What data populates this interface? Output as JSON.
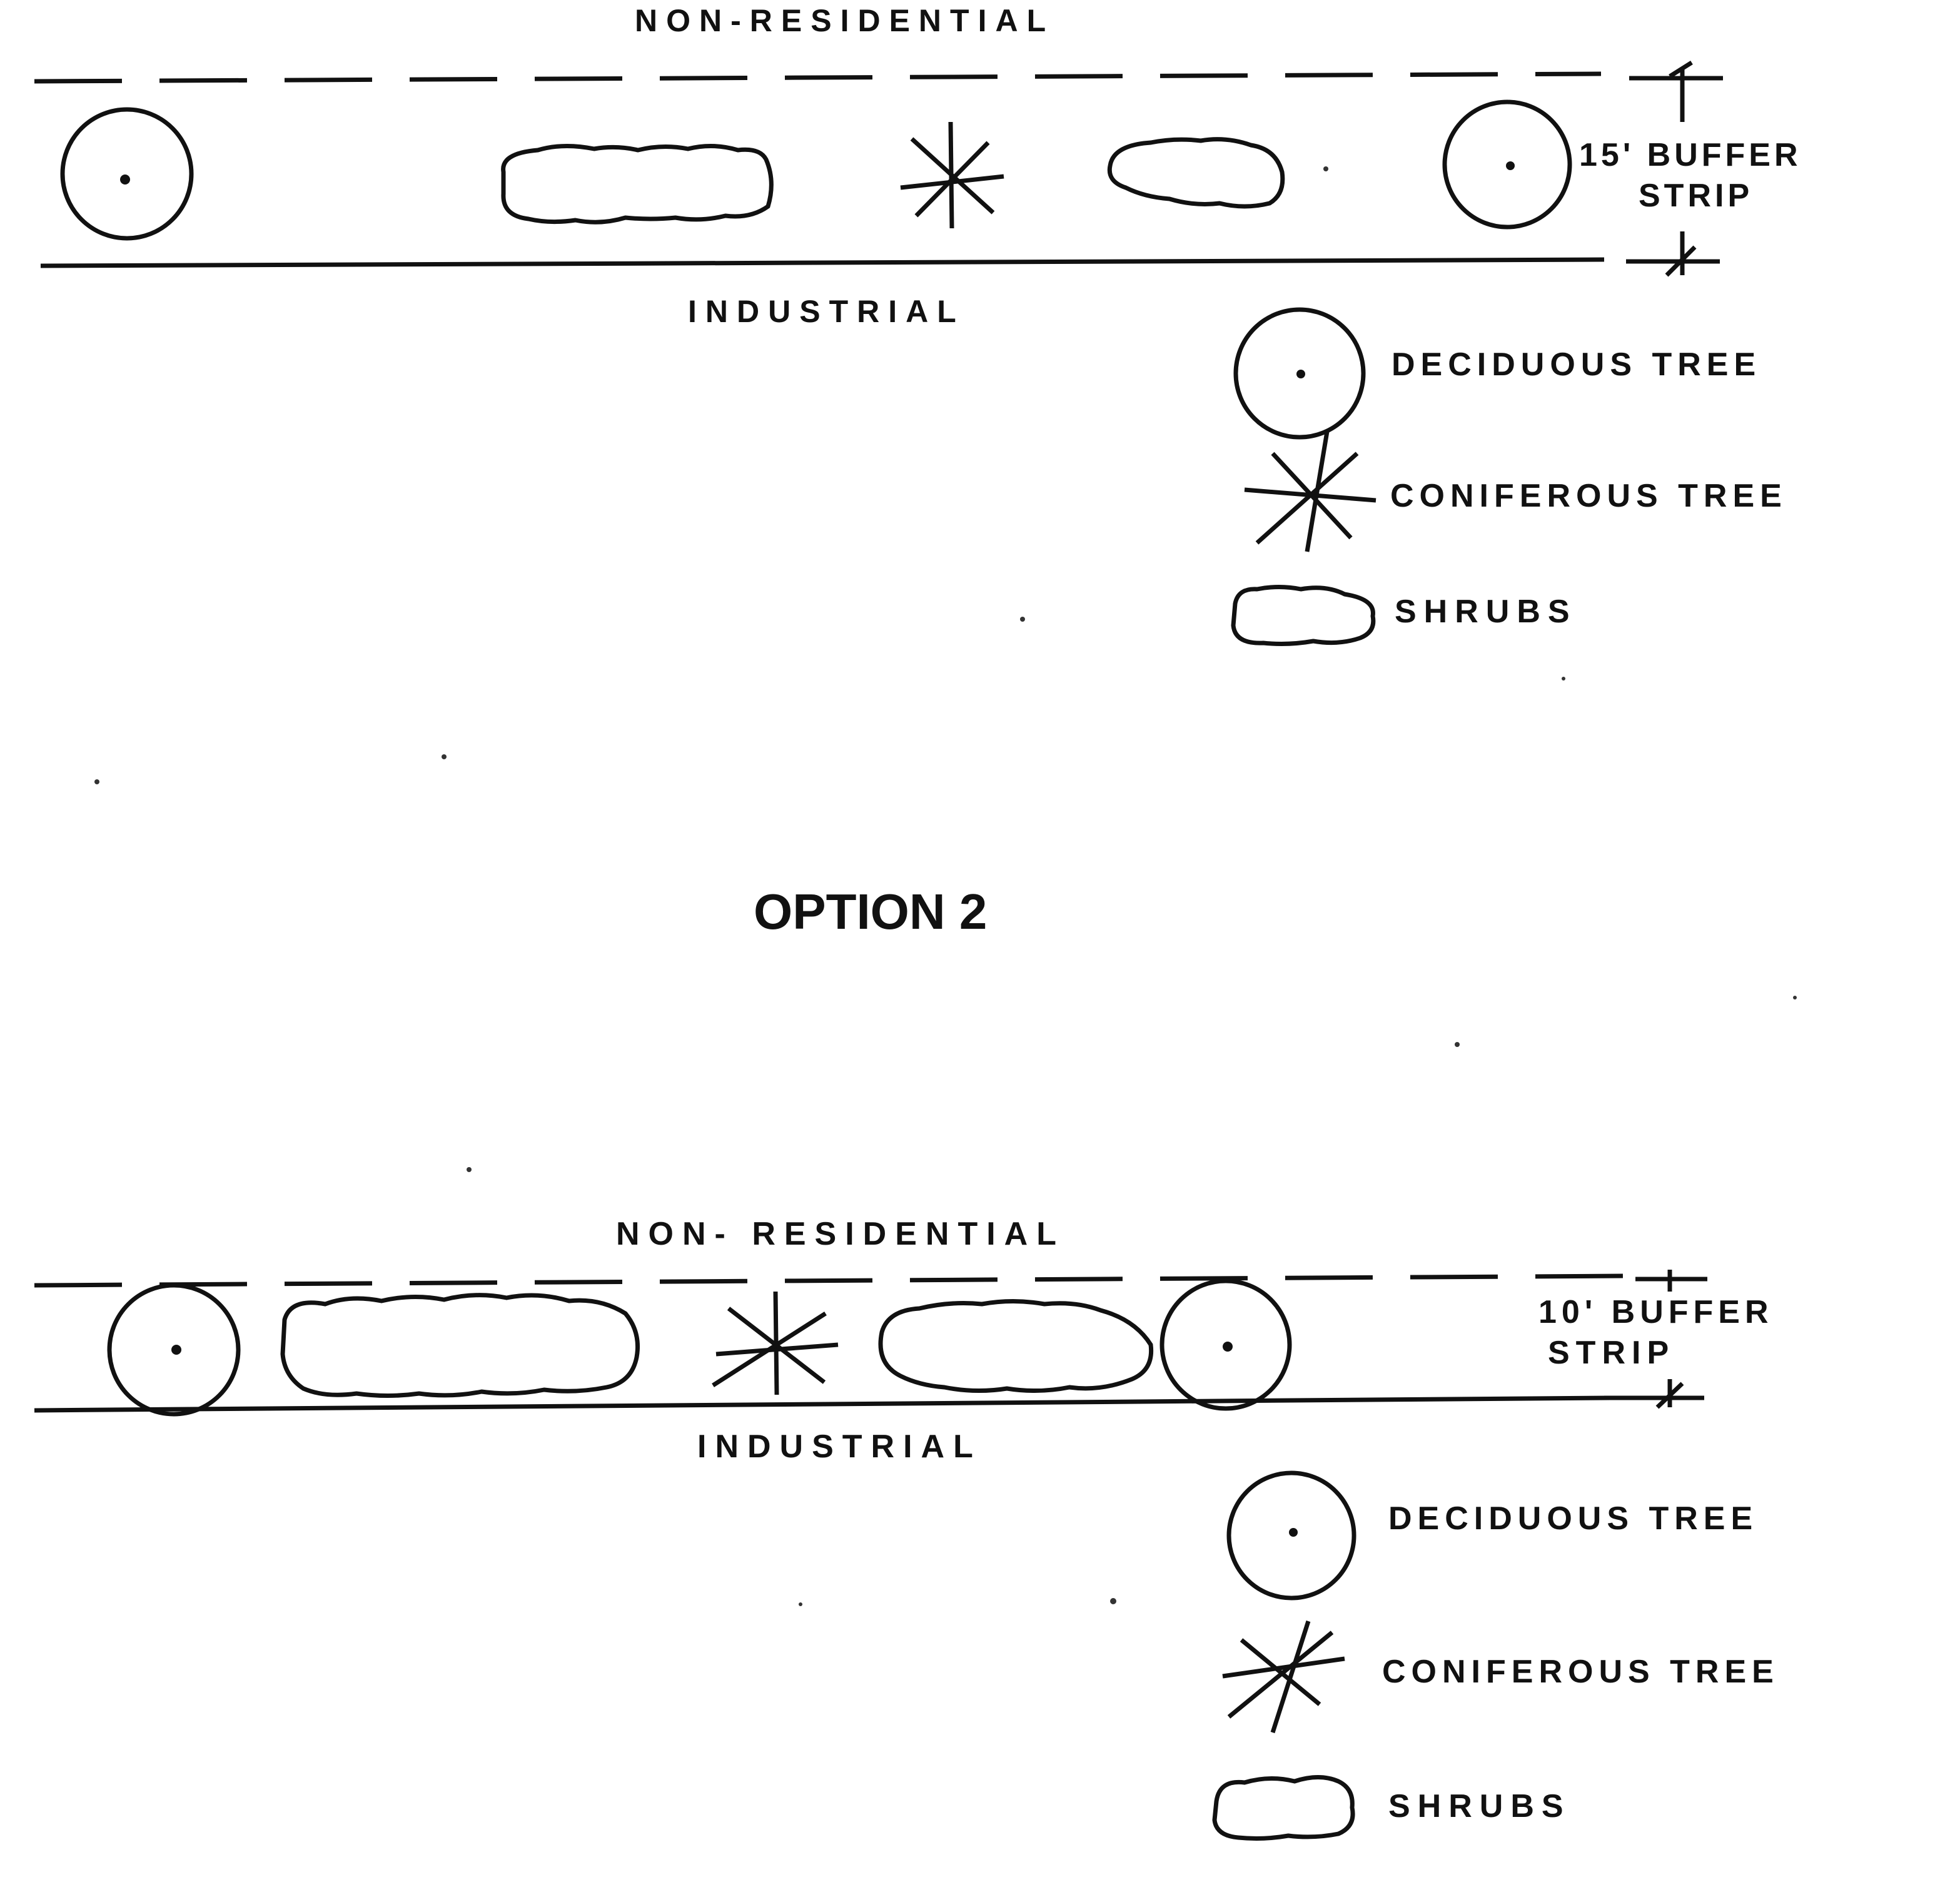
{
  "option1": {
    "top_label": "NON-RESIDENTIAL",
    "bottom_label": "INDUSTRIAL",
    "buffer_line1": "15' BUFFER",
    "buffer_line2": "STRIP"
  },
  "option2": {
    "heading": "OPTION 2",
    "top_label": "NON- RESIDENTIAL",
    "bottom_label": "INDUSTRIAL",
    "buffer_line1": "10' BUFFER",
    "buffer_line2": "STRIP"
  },
  "legend1": {
    "deciduous": "DECIDUOUS TREE",
    "coniferous": "CONIFEROUS TREE",
    "shrubs": "SHRUBS"
  },
  "legend2": {
    "deciduous": "DECIDUOUS TREE",
    "coniferous": "CONIFEROUS TREE",
    "shrubs": "SHRUBS"
  },
  "colors": {
    "ink": "#111111",
    "background": "#ffffff"
  }
}
